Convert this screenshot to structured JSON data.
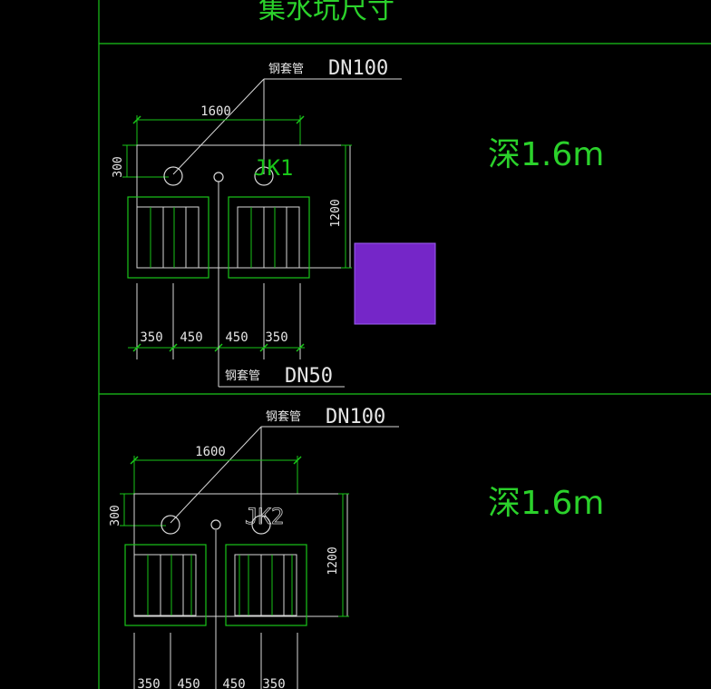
{
  "header": {
    "title": "集水坑尺寸"
  },
  "colors": {
    "background": "#000000",
    "frame": "#19c519",
    "outline": "#d7d7d7",
    "grate": "#19c519",
    "text": "#e6e6e6",
    "depth": "#2bd12b",
    "selection": "#7526c8"
  },
  "blocks": [
    {
      "pipe_label_top": "钢套管",
      "pipe_size_top": "DN100",
      "width_dim": "1600",
      "offset_dim": "300",
      "height_dim": "1200",
      "pit_label": "JK1",
      "depth_label": "深1.6m",
      "bottom_dims": [
        "350",
        "450",
        "450",
        "350"
      ],
      "pipe_label_bottom": "钢套管",
      "pipe_size_bottom": "DN50"
    },
    {
      "pipe_label_top": "钢套管",
      "pipe_size_top": "DN100",
      "width_dim": "1600",
      "offset_dim": "300",
      "height_dim": "1200",
      "pit_label": "JK2",
      "depth_label": "深1.6m",
      "bottom_dims": [
        "350",
        "450",
        "450",
        "350"
      ]
    }
  ]
}
